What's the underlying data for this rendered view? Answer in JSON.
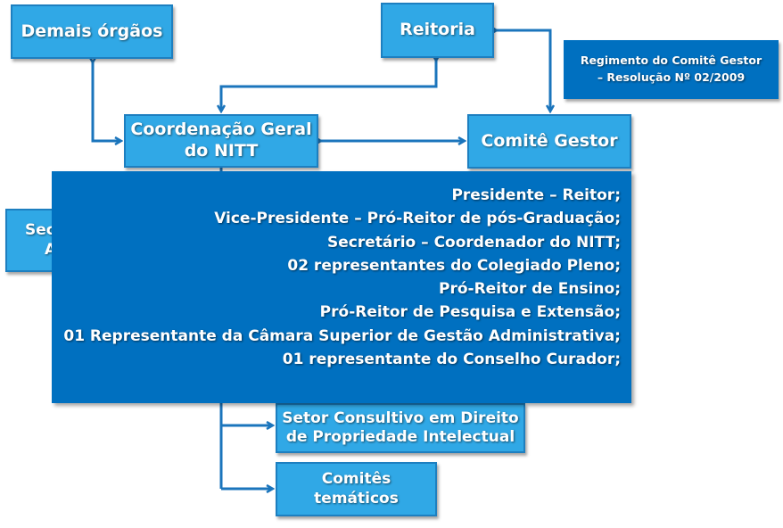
{
  "diagram": {
    "nodes": {
      "demais_orgaos": "Demais órgãos",
      "reitoria": "Reitoria",
      "regimento_line1": "Regimento do Comitê Gestor",
      "regimento_line2": "– Resolução Nº 02/2009",
      "coordenacao_line1": "Coordenação Geral",
      "coordenacao_line2": "do NITT",
      "comite_gestor": "Comitê Gestor",
      "secretaria_partial_line1": "Sec",
      "secretaria_partial_line2": "A",
      "setor_consultivo_line1": "Setor Consultivo  em Direito",
      "setor_consultivo_line2": "de Propriedade Intelectual",
      "comites_tematicos_line1": "Comitês",
      "comites_tematicos_line2": "temáticos"
    },
    "comite_gestor_members": [
      "Presidente – Reitor;",
      "Vice-Presidente – Pró-Reitor de pós-Graduação;",
      "Secretário – Coordenador do NITT;",
      "02 representantes do Colegiado Pleno;",
      "Pró-Reitor de Ensino;",
      "Pró-Reitor de Pesquisa e Extensão;",
      "01 Representante da Câmara Superior de Gestão Administrativa;",
      "01 representante do Conselho Curador;"
    ],
    "colors": {
      "light_box": "#30a8e6",
      "dark_box": "#0070c0",
      "connector": "#1b75bc"
    }
  }
}
